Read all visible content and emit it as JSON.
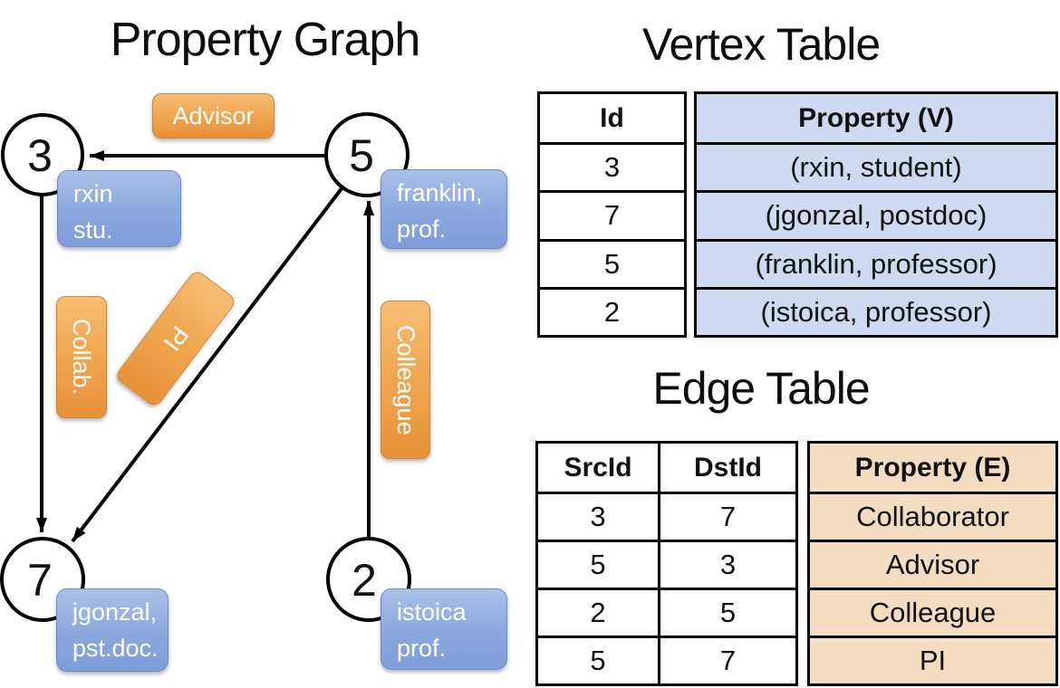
{
  "graph": {
    "title": "Property Graph",
    "nodes": [
      {
        "id": "3",
        "box": [
          "rxin",
          "stu."
        ]
      },
      {
        "id": "5",
        "box": [
          "franklin,",
          "prof."
        ]
      },
      {
        "id": "7",
        "box": [
          "jgonzal,",
          "pst.doc."
        ]
      },
      {
        "id": "2",
        "box": [
          "istoica",
          "prof."
        ]
      }
    ],
    "edges": [
      {
        "src": "3",
        "dst": "7",
        "label": "Collab."
      },
      {
        "src": "5",
        "dst": "3",
        "label": "Advisor"
      },
      {
        "src": "2",
        "dst": "5",
        "label": "Colleague"
      },
      {
        "src": "5",
        "dst": "7",
        "label": "PI"
      }
    ]
  },
  "vertex_table": {
    "title": "Vertex Table",
    "columns": {
      "id": "Id",
      "property": "Property (V)"
    },
    "rows": [
      {
        "id": "3",
        "property": "(rxin, student)"
      },
      {
        "id": "7",
        "property": "(jgonzal, postdoc)"
      },
      {
        "id": "5",
        "property": "(franklin, professor)"
      },
      {
        "id": "2",
        "property": "(istoica, professor)"
      }
    ]
  },
  "edge_table": {
    "title": "Edge Table",
    "columns": {
      "src": "SrcId",
      "dst": "DstId",
      "property": "Property (E)"
    },
    "rows": [
      {
        "src": "3",
        "dst": "7",
        "property": "Collaborator"
      },
      {
        "src": "5",
        "dst": "3",
        "property": "Advisor"
      },
      {
        "src": "2",
        "dst": "5",
        "property": "Colleague"
      },
      {
        "src": "5",
        "dst": "7",
        "property": "PI"
      }
    ]
  },
  "colors": {
    "edge_label_orange": "#efa64f",
    "vertex_box_blue": "#8aa7dd",
    "vertex_table_fill": "#cedaf1",
    "edge_table_fill": "#f4dcc1",
    "line_black": "#000000"
  }
}
